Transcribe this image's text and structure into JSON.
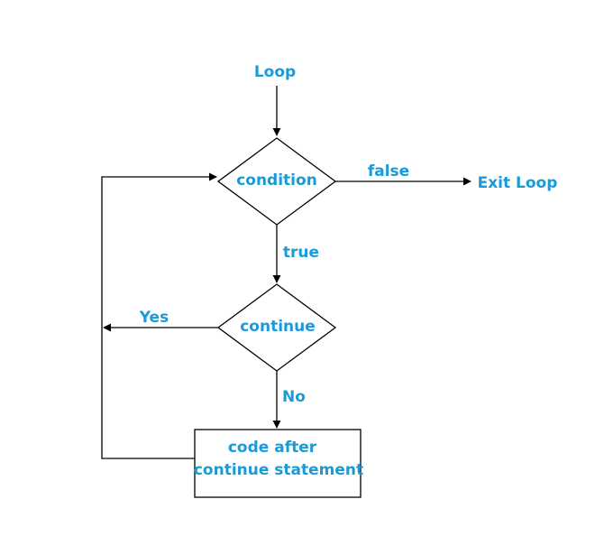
{
  "diagram": {
    "start_label": "Loop",
    "condition_label": "condition",
    "false_label": "false",
    "exit_label": "Exit Loop",
    "true_label": "true",
    "continue_label": "continue",
    "yes_label": "Yes",
    "no_label": "No",
    "code_line1": "code after",
    "code_line2": "continue statement"
  },
  "colors": {
    "text": "#1a9ad6",
    "line": "#000000",
    "shape_fill": "#ffffff"
  }
}
